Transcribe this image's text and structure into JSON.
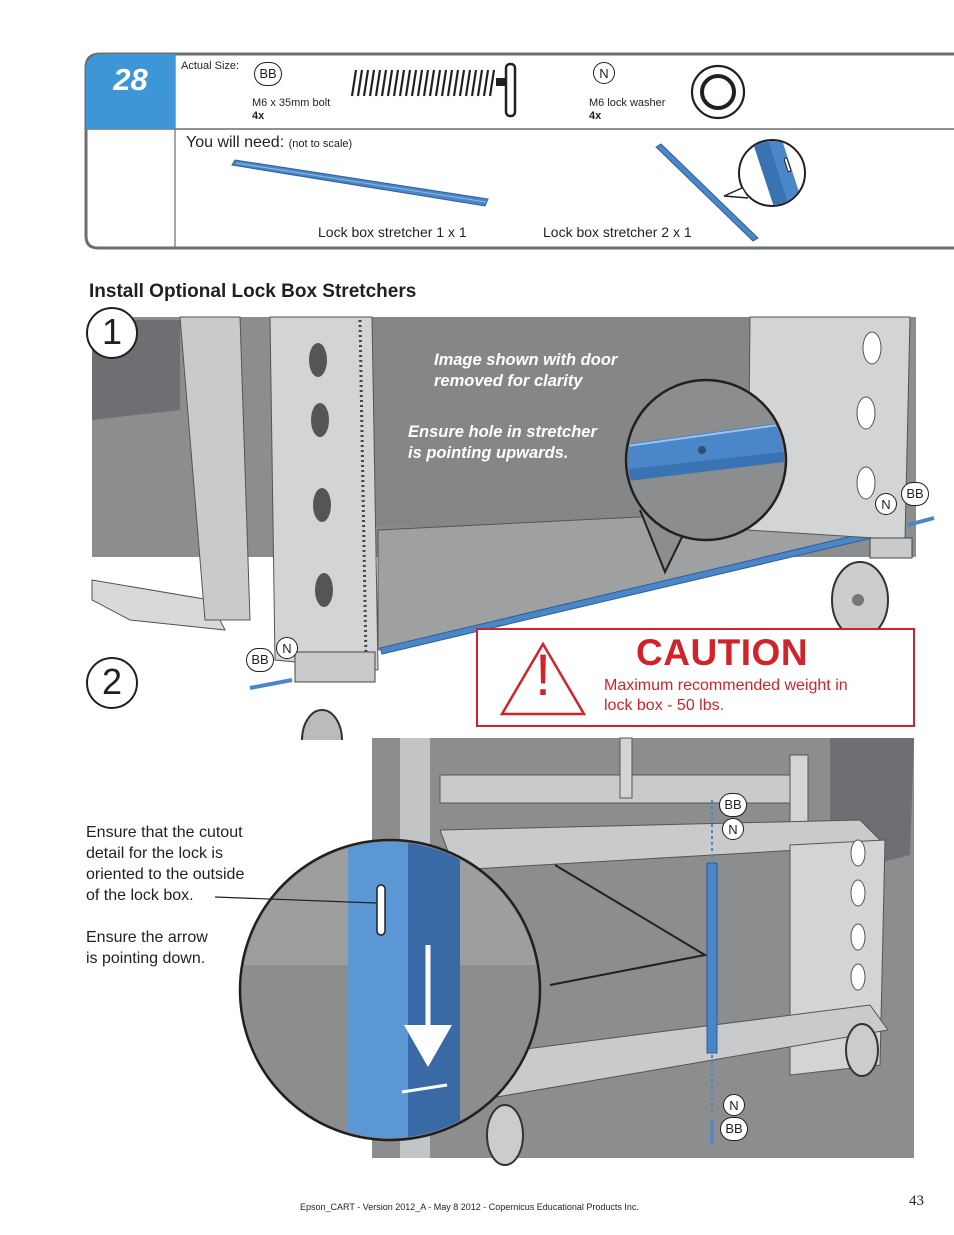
{
  "step": {
    "number": "28",
    "actual_size_label": "Actual Size:",
    "you_will_need_label": "You will need:",
    "not_to_scale": "(not to scale)",
    "parts": [
      {
        "code": "BB",
        "name": "M6 x 35mm bolt",
        "qty": "4x"
      },
      {
        "code": "N",
        "name": "M6 lock washer",
        "qty": "4x"
      }
    ],
    "needs": [
      {
        "label": "Lock box stretcher 1 x 1"
      },
      {
        "label": "Lock box stretcher 2 x 1"
      }
    ]
  },
  "section_title": "Install Optional Lock Box Stretchers",
  "sub_steps": [
    "1",
    "2"
  ],
  "notes": {
    "door_removed": [
      "Image shown with door",
      "removed for clarity"
    ],
    "hole_upwards": [
      "Ensure hole in stretcher",
      "is pointing upwards."
    ],
    "cutout": [
      "Ensure that the cutout",
      "detail for the lock is",
      "oriented to the outside",
      "of the lock box."
    ],
    "arrow": [
      "Ensure the arrow",
      "is pointing down."
    ]
  },
  "callouts": {
    "bb": "BB",
    "n": "N"
  },
  "caution": {
    "title": "CAUTION",
    "text": [
      "Maximum recommended weight in",
      "lock box - 50 lbs."
    ],
    "symbol": "!"
  },
  "footer": {
    "text": "Epson_CART - Version 2012_A - May 8 2012 - Copernicus Educational Products Inc.",
    "page": "43"
  },
  "colors": {
    "accent_blue": "#3e96d6",
    "stretcher_blue": "#4a86c8",
    "caution_red": "#d2232a",
    "illustration_gray": "#8c8d8f"
  }
}
